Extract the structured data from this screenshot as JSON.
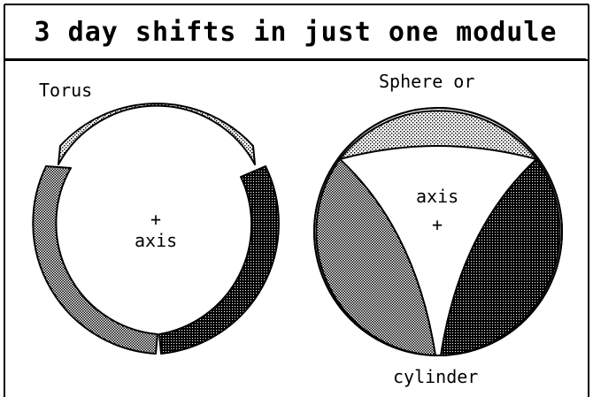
{
  "title": "3 day shifts in just one module",
  "torus": {
    "label": "Torus",
    "center_mark": "+",
    "axis_label": "axis"
  },
  "sphere": {
    "label_top": "Sphere or",
    "axis_label": "axis",
    "center_mark": "+",
    "label_bottom": "cylinder"
  },
  "colors": {
    "line": "#000000",
    "background": "#ffffff",
    "light_dot": "#bdbdbd",
    "medium_dot": "#8f8f8f",
    "dark_dot": "#5c5c5c"
  }
}
